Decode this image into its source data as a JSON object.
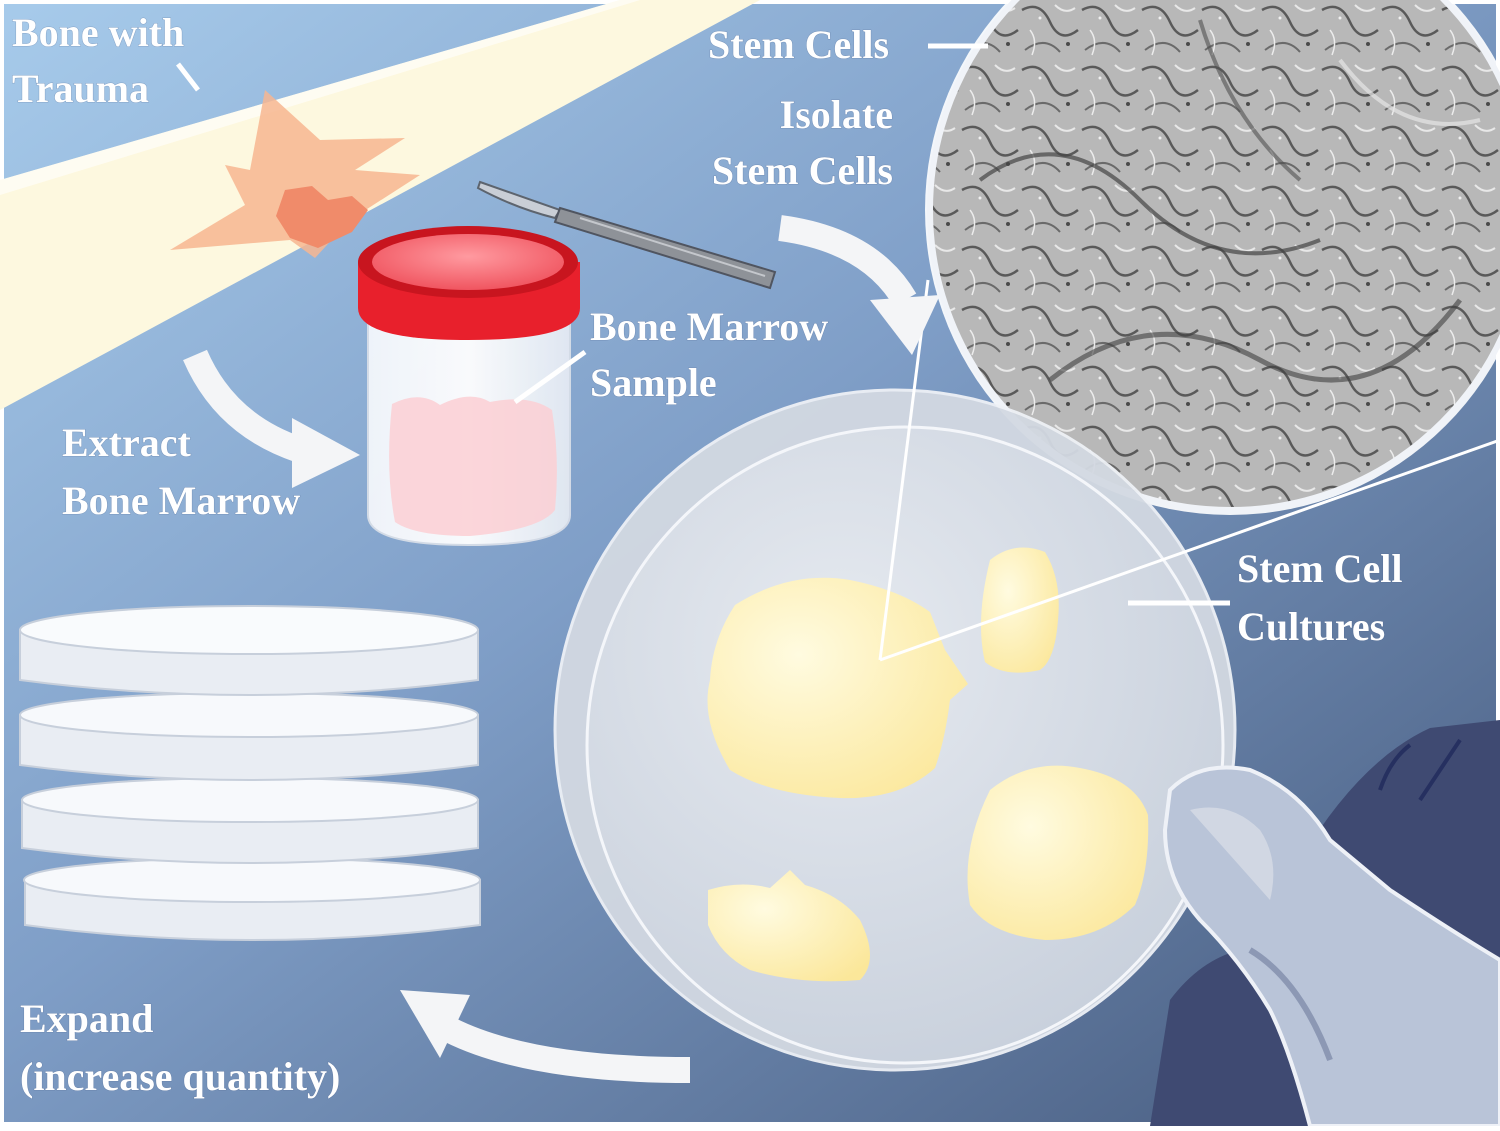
{
  "labels": {
    "bone_line1": "Bone with",
    "bone_line2": "Trauma",
    "stem_cells": "Stem Cells",
    "isolate_line1": "Isolate",
    "isolate_line2": "Stem Cells",
    "marrow_line1": "Bone Marrow",
    "marrow_line2": "Sample",
    "extract_line1": "Extract",
    "extract_line2": "Bone Marrow",
    "cultures_line1": "Stem Cell",
    "cultures_line2": "Cultures",
    "expand_line1": "Expand",
    "expand_line2": "(increase quantity)"
  },
  "colors": {
    "background_top": "#9fc3e6",
    "background_bottom": "#4e6387",
    "bone": "#fdf8df",
    "trauma": "#f7b08e",
    "jar_lid": "#e8202c",
    "culture": "#fff3b8",
    "arrow": "#f4f5f7",
    "glove": "#b9c4d8"
  }
}
